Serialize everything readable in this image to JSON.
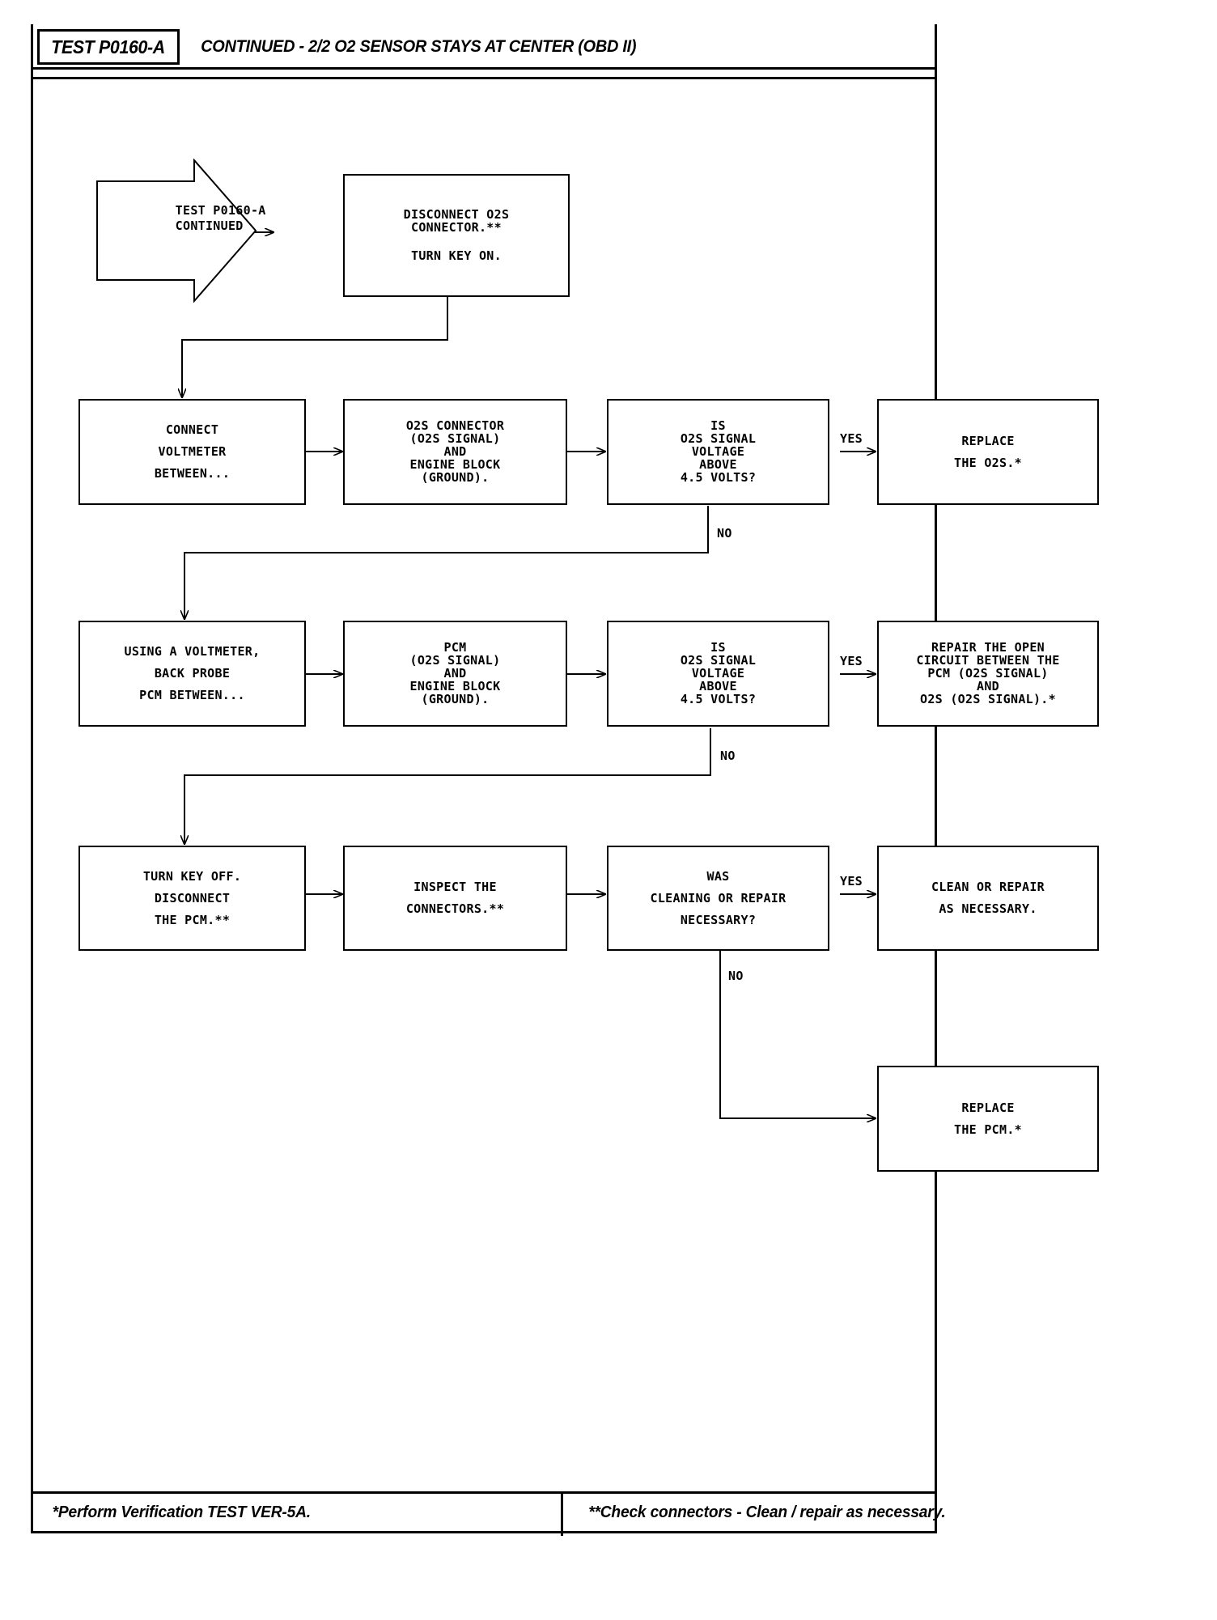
{
  "header": {
    "tag": "TEST P0160-A",
    "title": "CONTINUED - 2/2 O2 SENSOR STAYS AT CENTER (OBD II)"
  },
  "footer": {
    "left": "*Perform Verification TEST VER-5A.",
    "right": "**Check connectors - Clean / repair as necessary."
  },
  "flow": {
    "start": {
      "lines": [
        "TEST P0160-A",
        "CONTINUED"
      ]
    },
    "n_disconnect": {
      "lines": [
        "DISCONNECT O2S",
        "CONNECTOR.**",
        "",
        "TURN KEY ON."
      ]
    },
    "n_connect_voltmeter": {
      "lines": [
        "CONNECT",
        "VOLTMETER",
        "BETWEEN..."
      ]
    },
    "n_o2s_connector": {
      "lines": [
        "O2S CONNECTOR",
        "(O2S SIGNAL)",
        "AND",
        "ENGINE BLOCK",
        "(GROUND)."
      ]
    },
    "n_decision_o2s": {
      "lines": [
        "IS",
        "O2S SIGNAL",
        "VOLTAGE",
        "ABOVE",
        "4.5 VOLTS?"
      ]
    },
    "n_replace_o2s": {
      "lines": [
        "REPLACE",
        "THE O2S.*"
      ]
    },
    "n_back_probe": {
      "lines": [
        "USING A VOLTMETER,",
        "BACK PROBE",
        "PCM BETWEEN..."
      ]
    },
    "n_pcm_signal": {
      "lines": [
        "PCM",
        "(O2S SIGNAL)",
        "AND",
        "ENGINE BLOCK",
        "(GROUND)."
      ]
    },
    "n_decision_pcm": {
      "lines": [
        "IS",
        "O2S SIGNAL",
        "VOLTAGE",
        "ABOVE",
        "4.5 VOLTS?"
      ]
    },
    "n_repair_open": {
      "lines": [
        "REPAIR THE OPEN",
        "CIRCUIT BETWEEN THE",
        "PCM (O2S SIGNAL)",
        "AND",
        "O2S (O2S SIGNAL).*"
      ]
    },
    "n_turn_key_off": {
      "lines": [
        "TURN KEY OFF.",
        "DISCONNECT",
        "THE PCM.**"
      ]
    },
    "n_inspect": {
      "lines": [
        "INSPECT THE",
        "CONNECTORS.**"
      ]
    },
    "n_decision_clean": {
      "lines": [
        "WAS",
        "CLEANING OR REPAIR",
        "NECESSARY?"
      ]
    },
    "n_clean_repair": {
      "lines": [
        "CLEAN OR REPAIR",
        "AS NECESSARY."
      ]
    },
    "n_replace_pcm": {
      "lines": [
        "REPLACE",
        "THE PCM.*"
      ]
    },
    "labels": {
      "yes1": "YES",
      "no1": "NO",
      "yes2": "YES",
      "no2": "NO",
      "yes3": "YES",
      "no3": "NO"
    }
  },
  "colors": {
    "ink": "#000000",
    "paper": "#ffffff"
  }
}
